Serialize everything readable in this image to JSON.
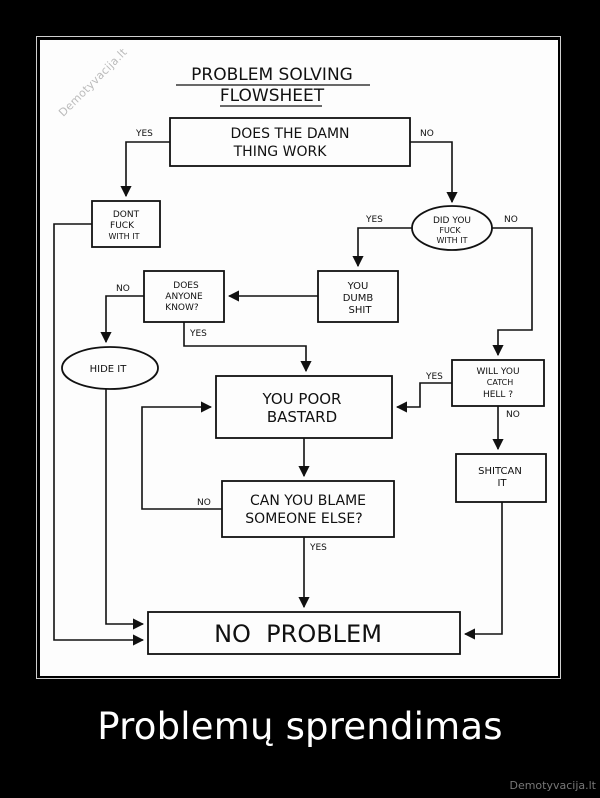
{
  "flowchart": {
    "title_line1": "PROBLEM SOLVING",
    "title_line2": "FLOWSHEET",
    "nodes": {
      "does_it_work": [
        "DOES THE DAMN",
        "THING WORK"
      ],
      "dont_fuck": [
        "DONT",
        "FUCK",
        "WITH IT"
      ],
      "did_you_fuck": [
        "DID YOU",
        "FUCK",
        "WITH IT"
      ],
      "you_dumb_shit": [
        "YOU",
        "DUMB",
        "SHIT"
      ],
      "does_anyone_know": [
        "DOES",
        "ANYONE",
        "KNOW?"
      ],
      "hide_it": [
        "HIDE IT"
      ],
      "you_poor_bastard": [
        "YOU POOR",
        "BASTARD"
      ],
      "will_you_catch_hell": [
        "WILL YOU",
        "CATCH",
        "HELL ?"
      ],
      "shitcan_it": [
        "SHITCAN",
        "IT"
      ],
      "can_you_blame": [
        "CAN YOU BLAME",
        "SOMEONE ELSE?"
      ],
      "no_problem": [
        "NO  PROBLEM"
      ]
    },
    "edge_labels": {
      "work_yes": "YES",
      "work_no": "NO",
      "fuck_yes": "YES",
      "fuck_no": "NO",
      "anyone_no": "NO",
      "anyone_yes": "YES",
      "hell_yes": "YES",
      "hell_no": "NO",
      "blame_no": "NO",
      "blame_yes": "YES"
    }
  },
  "watermark": "Demotyvacija.lt",
  "caption": "Problemų sprendimas",
  "site_tag": "Demotyvacija.lt"
}
